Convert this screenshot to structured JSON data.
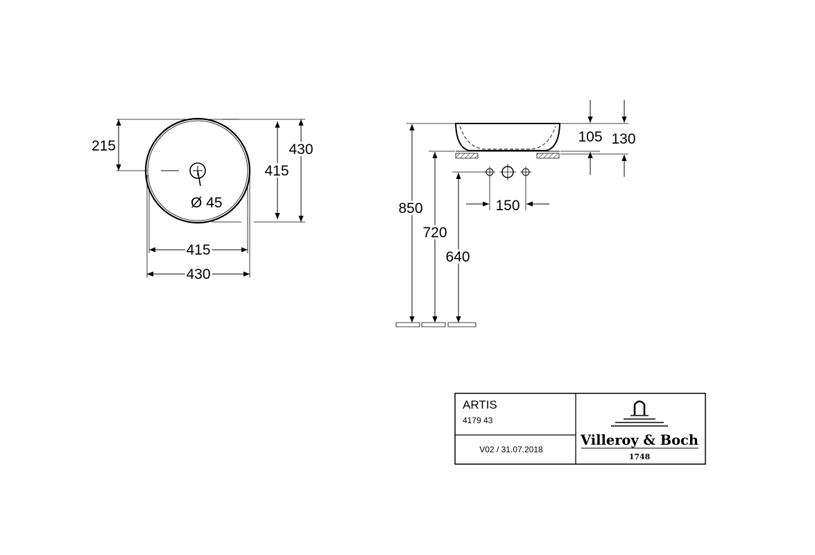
{
  "top_view": {
    "dims": {
      "offset_to_drain": "215",
      "inner_height": "415",
      "outer_height": "430",
      "inner_width": "415",
      "outer_width": "430",
      "drain_diameter": "Ø 45"
    }
  },
  "side_view": {
    "dims": {
      "bowl_height": "105",
      "total_height": "130",
      "top_height": "850",
      "mount_height": "720",
      "drain_height": "640",
      "pipe_spacing": "150"
    }
  },
  "title_block": {
    "product_name": "ARTIS",
    "product_code": "4179 43",
    "version": "V02 / 31.07.2018",
    "brand_name": "Villeroy & Boch",
    "brand_year": "1748"
  }
}
